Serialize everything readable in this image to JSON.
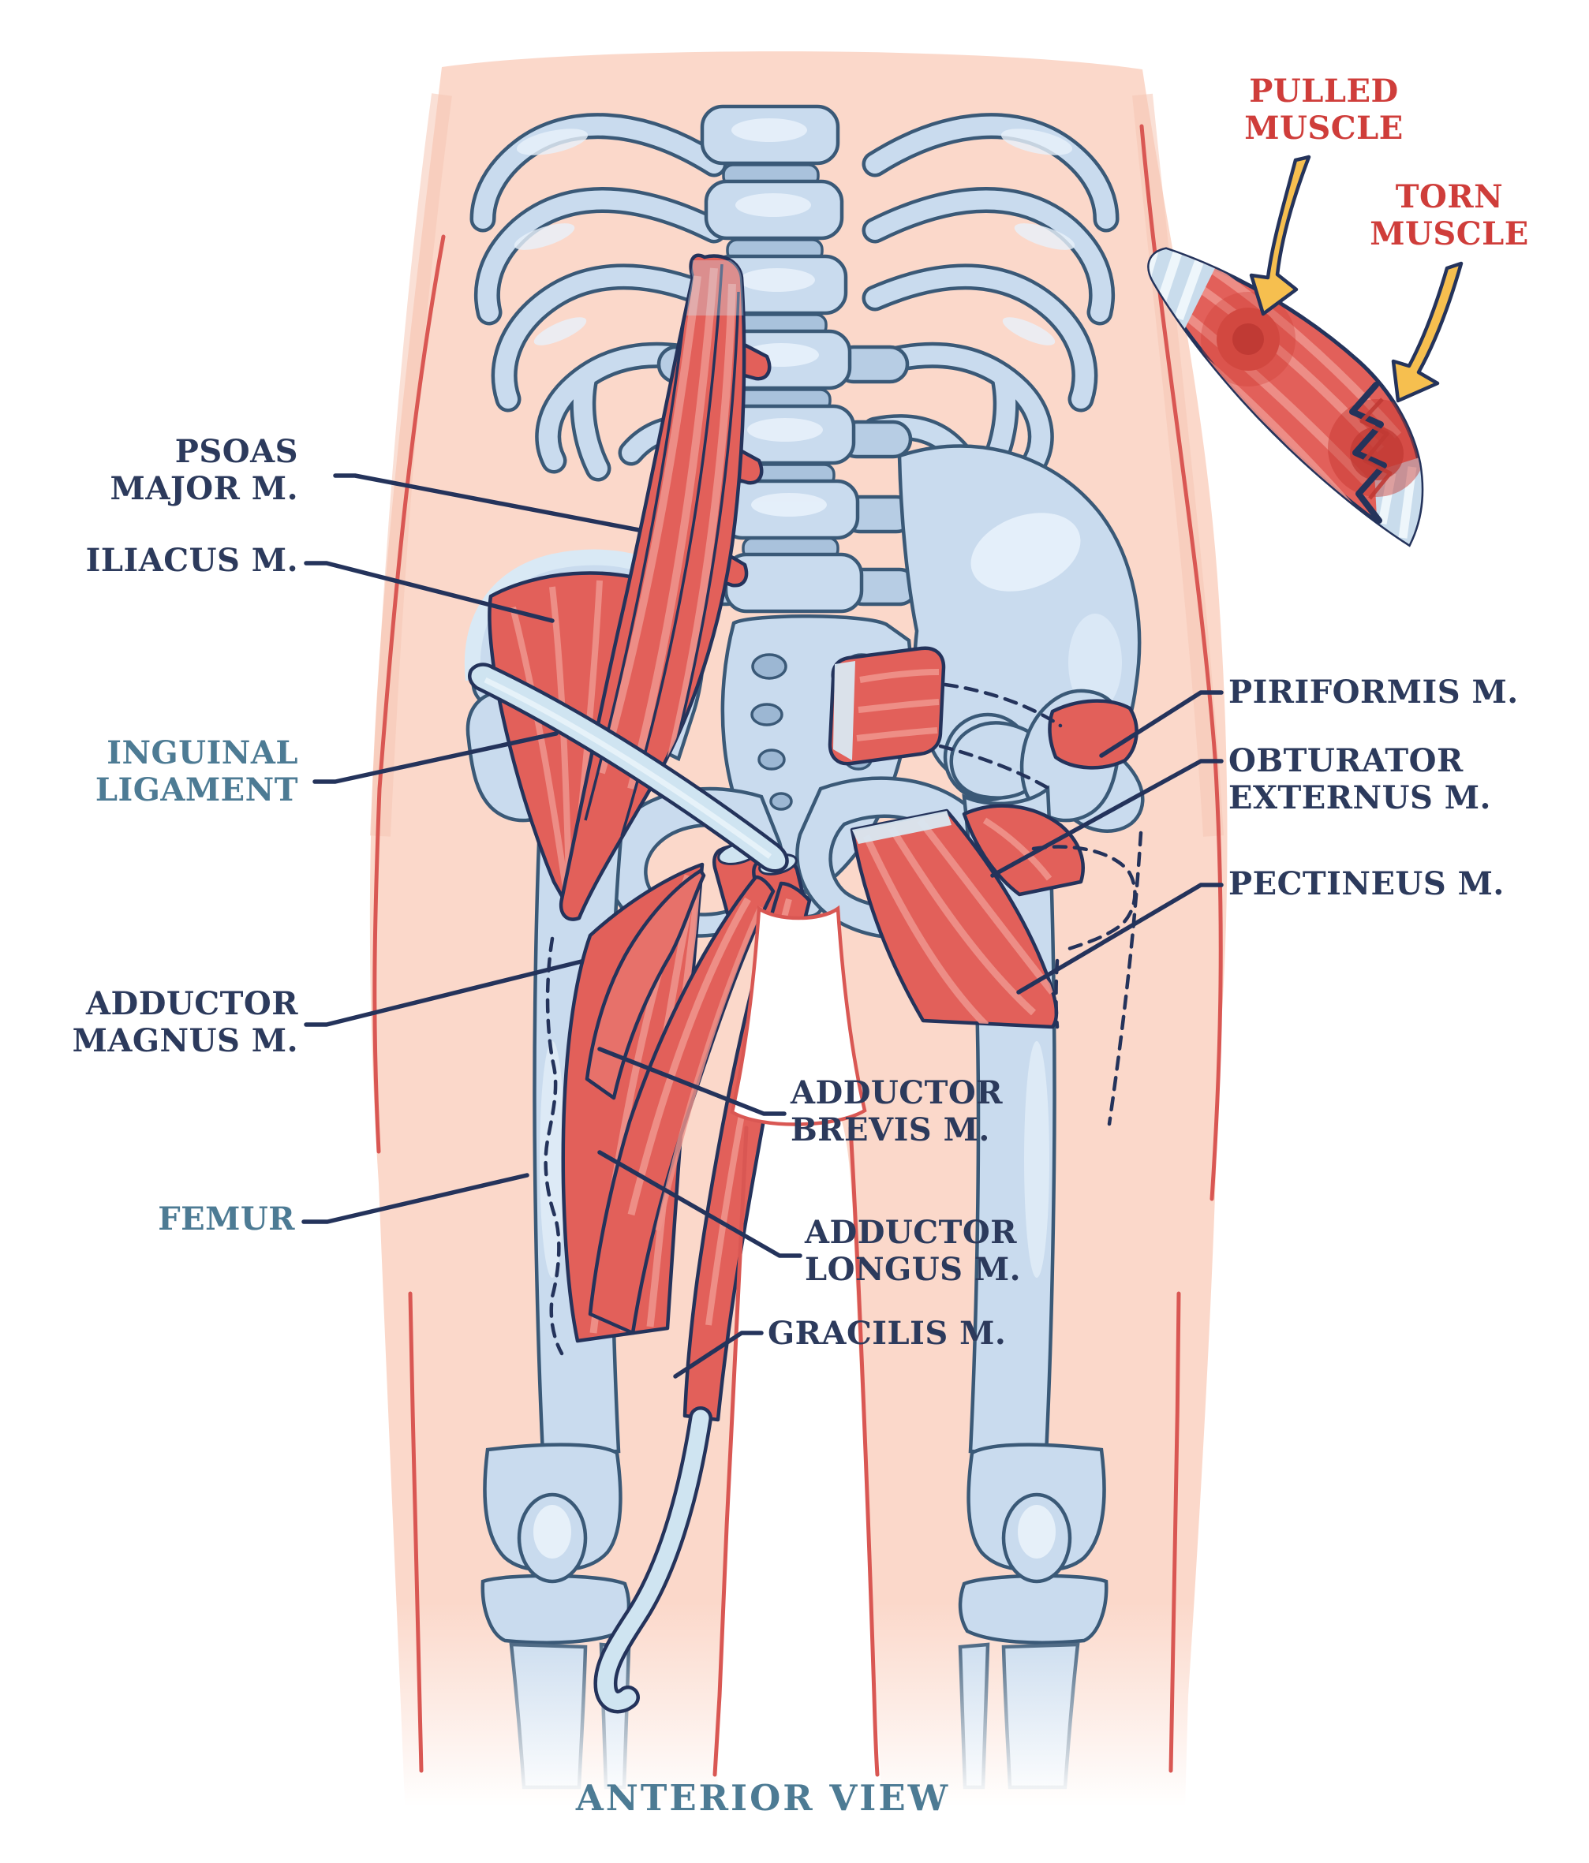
{
  "labels": {
    "psoas_major": "PSOAS\nMAJOR M.",
    "iliacus": "ILIACUS M.",
    "inguinal_ligament": "INGUINAL\nLIGAMENT",
    "adductor_magnus": "ADDUCTOR\nMAGNUS M.",
    "femur": "FEMUR",
    "piriformis": "PIRIFORMIS M.",
    "obturator_externus": "OBTURATOR\nEXTERNUS M.",
    "pectineus": "PECTINEUS M.",
    "adductor_brevis": "ADDUCTOR\nBREVIS M.",
    "adductor_longus": "ADDUCTOR\nLONGUS M.",
    "gracilis": "GRACILIS M.",
    "pulled_muscle": "PULLED\nMUSCLE",
    "torn_muscle": "TORN\nMUSCLE",
    "footer": "ANTERIOR VIEW"
  },
  "colors": {
    "skin": "#fbd8ca",
    "skin-shade": "#f6c6b4",
    "skin-line": "#d95753",
    "bone": "#c9dbee",
    "bone-shade": "#a9c2dc",
    "bone-outline": "#3a5977",
    "navy": "#24335b",
    "muscle": "#e2605a",
    "muscle-light": "#ef938b",
    "muscle-dark": "#c94a44",
    "tendon": "#cfe4f1",
    "tendon-deep": "#c2d8e8",
    "label-navy": "#2c3a5c",
    "label-blue": "#4d7b94",
    "label-red": "#cf3d3a",
    "arrow-yellow": "#f6bf4f"
  }
}
